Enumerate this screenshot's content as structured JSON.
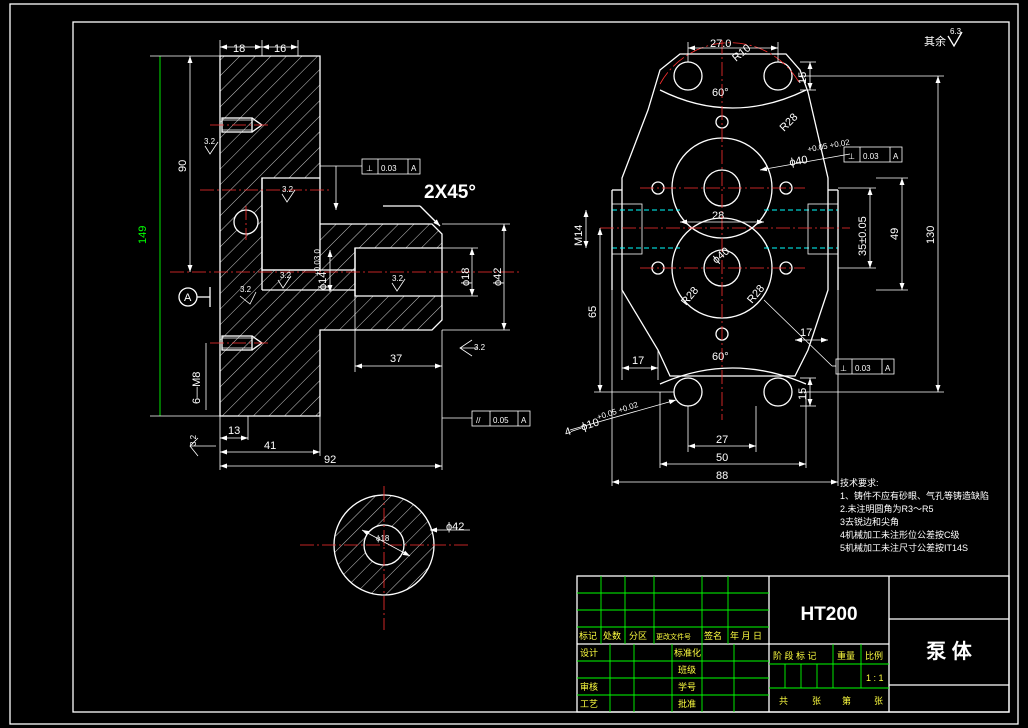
{
  "colors": {
    "background": "#000000",
    "line": "#ffffff",
    "dimension": "#00ff00",
    "hidden": "#00ffff",
    "center": "#ff3030",
    "table": "#00ff00"
  },
  "drawing": {
    "roughness_label": "其余",
    "roughness_top": "6.3",
    "chamfer_note": "2X45°",
    "datum_letter": "A",
    "section_view": {
      "dims": {
        "w18": "18",
        "w16": "16",
        "h149": "149",
        "h90": "90",
        "w13": "13",
        "w41": "41",
        "w92": "92",
        "w37": "37",
        "d18": "ϕ18",
        "d42": "ϕ42",
        "d14": "ϕ14",
        "d14_tol": "+0.03 0",
        "thread": "6—M8"
      },
      "roughness": [
        "3.2",
        "3.2",
        "3.2",
        "3.2",
        "3.2",
        "3.2"
      ],
      "tol_perp_1": {
        "symbol": "⊥",
        "value": "0.03",
        "datum": "A"
      },
      "tol_parallel": {
        "symbol": "//",
        "value": "0.05",
        "datum": "A"
      }
    },
    "front_view": {
      "dims": {
        "w27t": "27.0",
        "r10": "R10",
        "a60t": "60°",
        "r28t": "R28",
        "d40": "ϕ40",
        "d40_tol": "+0.05 +0.02",
        "w28": "28",
        "m14": "M14",
        "w35": "35±0.05",
        "h49": "49",
        "h130": "130",
        "h65": "65",
        "r28a": "R28",
        "r28b": "R28",
        "d40b": "ϕ40",
        "w17a": "17",
        "w17b": "17",
        "a60b": "60°",
        "w15a": "15",
        "w15b": "15",
        "w27b": "27",
        "w50": "50",
        "w88": "88",
        "holes": "4—ϕ10",
        "holes_tol": "+0.05 +0.02"
      },
      "tol_perp_1": {
        "symbol": "⊥",
        "value": "0.03",
        "datum": "A"
      },
      "tol_perp_2": {
        "symbol": "⊥",
        "value": "0.03",
        "datum": "A"
      }
    },
    "section_bc": {
      "d18": "ϕ18",
      "d42": "ϕ42"
    },
    "notes": {
      "title": "技术要求:",
      "lines": [
        "1、铸件不应有砂眼、气孔等铸造缺陷",
        "2.未注明圆角为R3～R5",
        "3去锐边和尖角",
        "4机械加工未注形位公差按C级",
        "5机械加工未注尺寸公差按IT14S"
      ]
    }
  },
  "title_block": {
    "material": "HT200",
    "part_name": "泵 体",
    "row_labels": {
      "biaoji": "标记",
      "chushu": "处数",
      "fenqu": "分区",
      "gengai": "更改文件号",
      "qianming": "签名",
      "nianyueri": "年 月 日"
    },
    "left_labels": {
      "sheji": "设计",
      "shenhe": "审核",
      "gongyi": "工艺"
    },
    "mid_labels": {
      "biaozhun": "标准化",
      "banji": "班级",
      "xuehao": "学号",
      "pizhun": "批准"
    },
    "stage_labels": {
      "jieduan": "阶 段 标 记",
      "zhongliang": "重量",
      "bili": "比例"
    },
    "scale": "1 : 1",
    "sheet_labels": {
      "gong": "共",
      "zhang1": "张",
      "di": "第",
      "zhang2": "张"
    }
  }
}
